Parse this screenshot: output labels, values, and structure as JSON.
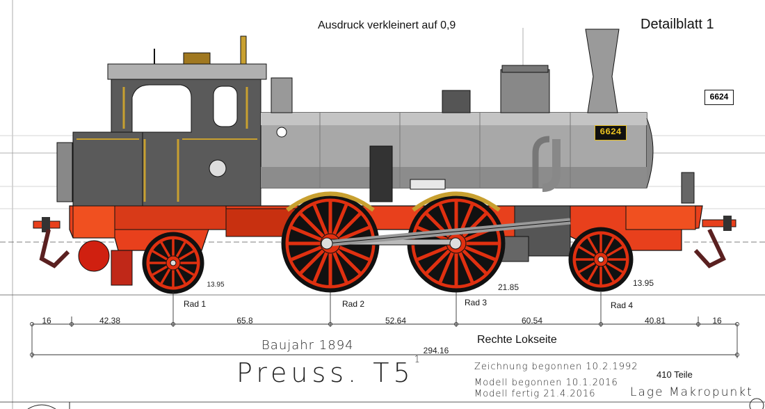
{
  "header": {
    "print_note": "Ausdruck verkleinert auf 0,9",
    "sheet_title": "Detailblatt 1",
    "number_plate": "6624"
  },
  "locomotive": {
    "side_plate": "6624",
    "colors": {
      "body_grey": "#5a5a5a",
      "boiler_grey": "#a8a8a8",
      "frame_red": "#e8401c",
      "wheel_red": "#e03010",
      "brass": "#c8a030",
      "outline": "#111111"
    }
  },
  "wheels": [
    {
      "label": "Rad 1",
      "annotation": "13.95"
    },
    {
      "label": "Rad 2",
      "annotation": ""
    },
    {
      "label": "Rad 3",
      "annotation": "21.85"
    },
    {
      "label": "Rad 4",
      "annotation": "13.95"
    }
  ],
  "dimensions": {
    "segments": [
      "16",
      "42.38",
      "65.8",
      "52.64",
      "60.54",
      "40.81",
      "16"
    ],
    "total": "294.16"
  },
  "title_block": {
    "side_label": "Rechte Lokseite",
    "build_year": "Baujahr 1894",
    "class_name": "Preuss. T5",
    "class_superscript": "1",
    "drawing_started": "Zeichnung begonnen 10.2.1992",
    "model_started": "Modell begonnen 10.1.2016",
    "model_finished": "Modell fertig 21.4.2016",
    "parts_count": "410 Teile",
    "reference_point": "Lage Makropunkt"
  }
}
